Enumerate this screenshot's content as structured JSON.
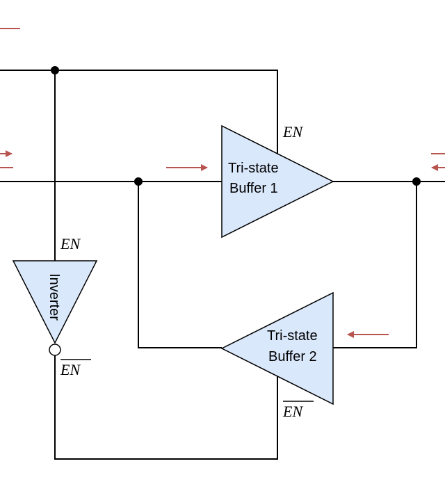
{
  "colors": {
    "wire": "#000000",
    "buffer_fill": "#dae8fc",
    "arrow": "#b85450",
    "background": "#ffffff"
  },
  "buffer1": {
    "line1": "Tri-state",
    "line2": "Buffer 1",
    "enable_label": "EN"
  },
  "buffer2": {
    "line1": "Tri-state",
    "line2": "Buffer 2",
    "enable_label": "EN"
  },
  "inverter": {
    "label": "Inverter",
    "input_label": "EN",
    "output_label": "EN"
  },
  "notes": {
    "buffer2_enable_overlined": true,
    "inverter_output_overlined": true
  }
}
